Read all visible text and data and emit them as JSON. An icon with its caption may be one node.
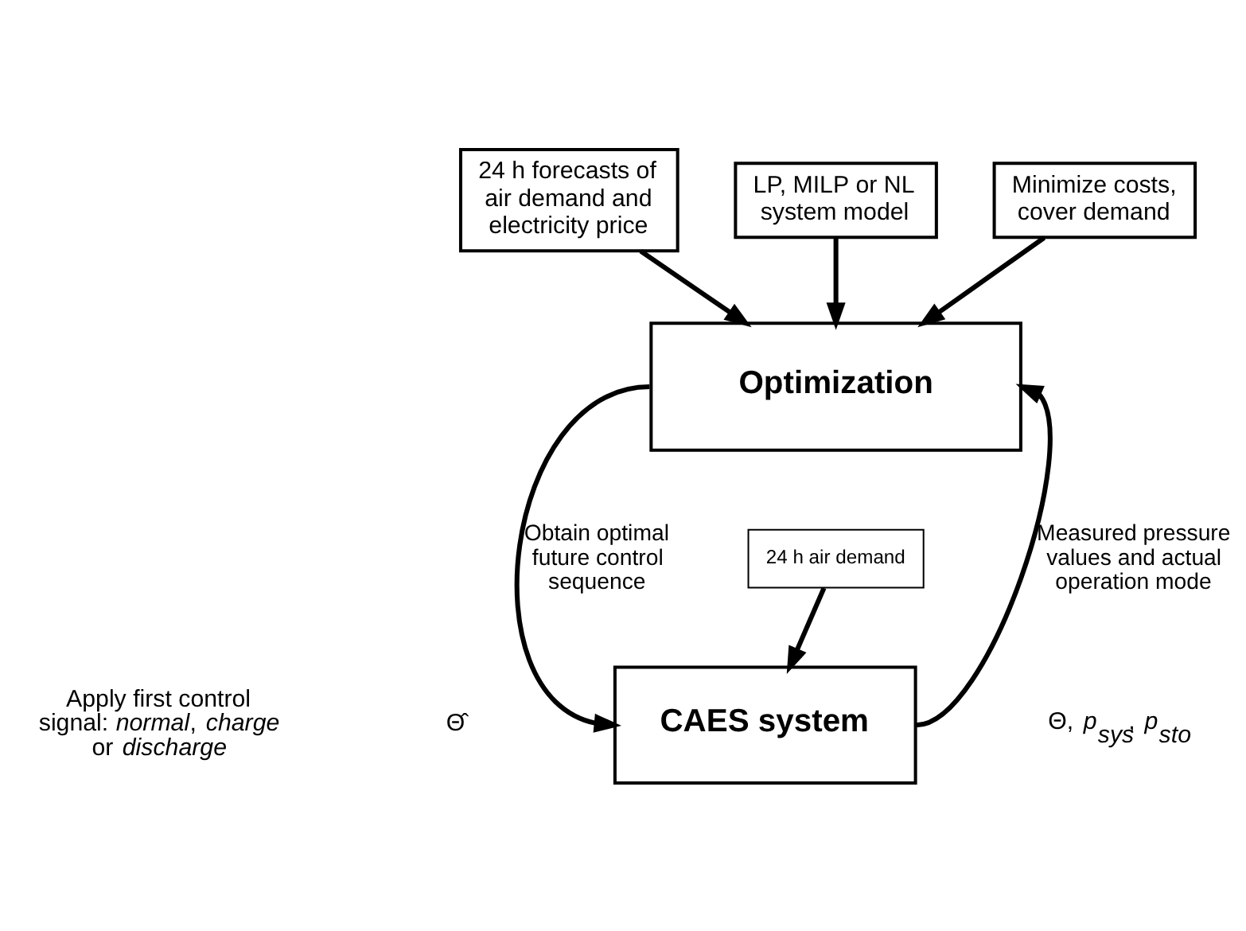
{
  "diagram": {
    "nodes": [
      {
        "text": [
          "24 h forecasts of air demand and electricity price"
        ]
      },
      {
        "text": [
          "LP, MILP or NL system model"
        ]
      },
      {
        "text": [
          "Minimize costs, cover demand"
        ]
      },
      {
        "text": [
          "Optimization"
        ]
      },
      {
        "text": [
          "24 h air demand"
        ]
      },
      {
        "text": [
          "CAES system"
        ]
      }
    ],
    "edges": [
      {
        "from": 0,
        "to": 3,
        "arrow": "to"
      },
      {
        "from": 1,
        "to": 3,
        "arrow": "to"
      },
      {
        "from": 2,
        "to": 3,
        "arrow": "to"
      },
      {
        "from": 3,
        "to": 5,
        "arrow": "to",
        "label": "Obtain optimal future control sequence"
      },
      {
        "from": 4,
        "to": 5,
        "arrow": "to"
      },
      {
        "from": 5,
        "to": 3,
        "arrow": "to",
        "label": "Measured pressure values and actual operation mode"
      }
    ],
    "labels": [
      "Apply first control signal: *normal*, *charge* or *discharge*",
      "Θ̂",
      "Θ, *p*$_{sys}$, *p*$_{sto}$"
    ]
  }
}
